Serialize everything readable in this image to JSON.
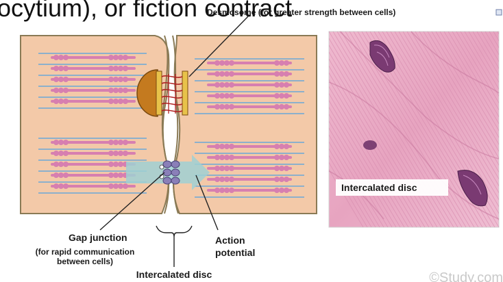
{
  "header": {
    "partial_text": "ocytium), or fiction contract"
  },
  "diagram": {
    "labels": {
      "desmosome": "Desmosome (for greater strength between cells)",
      "gap_junction": "Gap junction",
      "gap_junction_note_1": "(for rapid communication",
      "gap_junction_note_2": "between cells)",
      "action_potential_1": "Action",
      "action_potential_2": "potential",
      "intercalated_disc": "Intercalated disc"
    },
    "colors": {
      "cell_fill": "#f3c9a8",
      "membrane": "#8a7a55",
      "myosin": "#d77fb0",
      "actin": "#6aa7d8",
      "desmosome": "#c47a1f",
      "arrow": "#9fd0d3",
      "gap_junction": "#8a7fb8"
    }
  },
  "micrograph": {
    "label": "Intercalated disc",
    "tissue_color": "#e8a8c2"
  },
  "watermark": {
    "text": "©Study.com"
  }
}
